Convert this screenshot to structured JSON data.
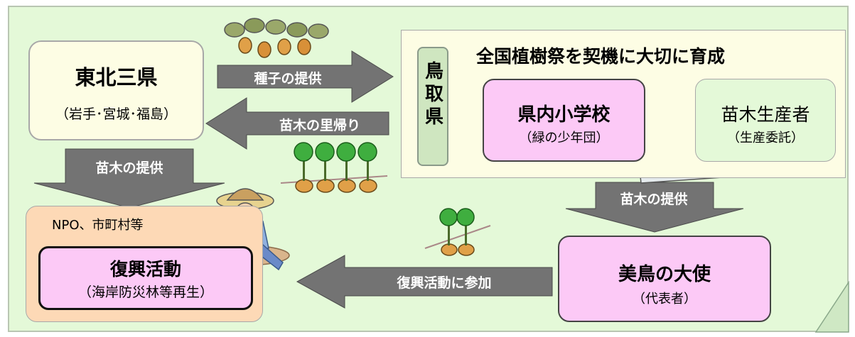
{
  "tohoku": {
    "title": "東北三県",
    "sub": "（岩手･宮城･福島）"
  },
  "tottori": {
    "vertical": "鳥取県",
    "header": "全国植樹祭を契機に大切に育成",
    "school": {
      "title": "県内小学校",
      "sub": "（緑の少年団）"
    },
    "producer": {
      "title": "苗木生産者",
      "sub": "（生産委託）"
    }
  },
  "npo": {
    "label": "NPO、市町村等",
    "title": "復興活動",
    "sub": "（海岸防災林等再生）"
  },
  "ambassador": {
    "title": "美鳥の大使",
    "sub": "（代表者）"
  },
  "arrows": {
    "seed": "種子の提供",
    "return": "苗木の里帰り",
    "left_down": "苗木の提供",
    "right_down": "苗木の提供",
    "participate": "復興活動に参加"
  },
  "colors": {
    "background": "#e4f9d8",
    "pale_yellow": "#fdfde4",
    "pink": "#fcc9f6",
    "peach": "#fdd9b6",
    "arrow": "#737373"
  }
}
